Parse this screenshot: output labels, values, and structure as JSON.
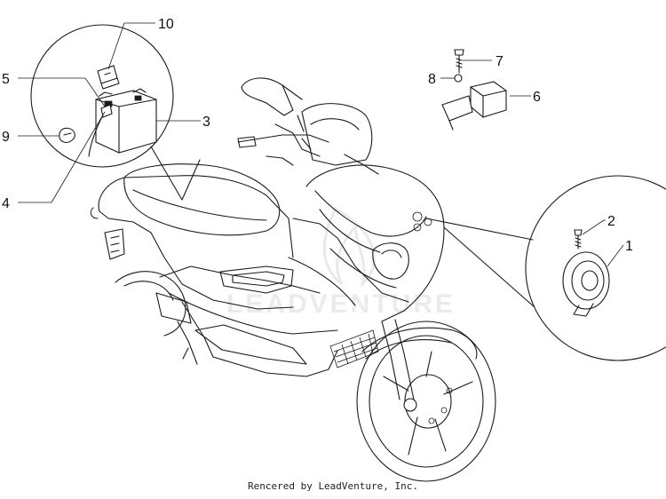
{
  "diagram": {
    "watermark": "LEADVENTURE",
    "callouts": [
      {
        "id": "1",
        "label": "1"
      },
      {
        "id": "2",
        "label": "2"
      },
      {
        "id": "3",
        "label": "3"
      },
      {
        "id": "4",
        "label": "4"
      },
      {
        "id": "5",
        "label": "5"
      },
      {
        "id": "6",
        "label": "6"
      },
      {
        "id": "7",
        "label": "7"
      },
      {
        "id": "8",
        "label": "8"
      },
      {
        "id": "9",
        "label": "9"
      },
      {
        "id": "10",
        "label": "10"
      }
    ]
  },
  "footer": {
    "credit": "Rencered by LeadVenture, Inc."
  }
}
